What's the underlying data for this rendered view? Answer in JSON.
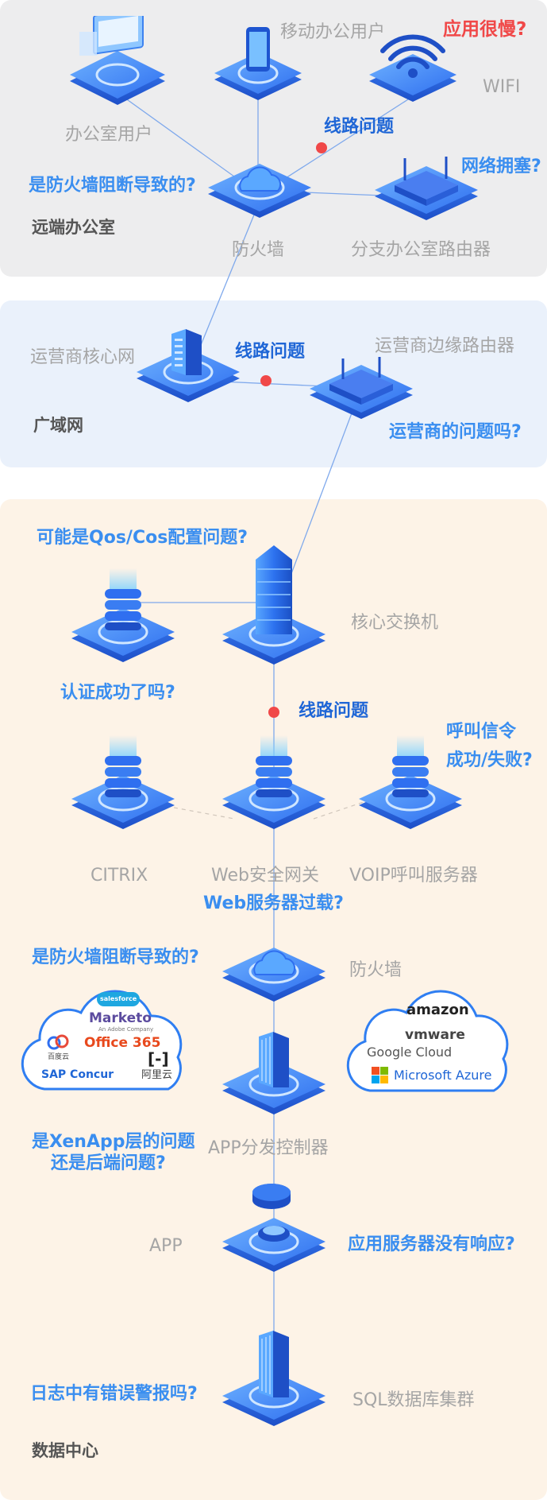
{
  "zones": {
    "remote_office": "远端办公室",
    "wan": "广域网",
    "data_center": "数据中心"
  },
  "devices": {
    "office_user": "办公室用户",
    "mobile_user": "移动办公用户",
    "wifi": "WIFI",
    "firewall_remote": "防火墙",
    "branch_router": "分支办公室路由器",
    "carrier_core": "运营商核心网",
    "carrier_edge": "运营商边缘路由器",
    "core_switch": "核心交换机",
    "citrix": "CITRIX",
    "web_gateway": "Web安全网关",
    "voip": "VOIP呼叫服务器",
    "firewall_dc": "防火墙",
    "app_controller": "APP分发控制器",
    "app": "APP",
    "sql_cluster": "SQL数据库集群"
  },
  "questions": {
    "app_slow": "应用很慢?",
    "line_issue_1": "线路问题",
    "net_congestion": "网络拥塞?",
    "firewall_block_1": "是防火墙阻断导致的?",
    "line_issue_2": "线路问题",
    "carrier_issue": "运营商的问题吗?",
    "qos_cos": "可能是Qos/Cos配置问题?",
    "auth_success": "认证成功了吗?",
    "line_issue_3": "线路问题",
    "call_signal_1": "呼叫信令",
    "call_signal_2": "成功/失败?",
    "web_overload": "Web服务器过载?",
    "firewall_block_2": "是防火墙阻断导致的?",
    "xenapp_1": "是XenApp层的问题",
    "xenapp_2": "还是后端问题?",
    "app_no_response": "应用服务器没有响应?",
    "log_errors": "日志中有错误警报吗?"
  },
  "saas_cloud_left": {
    "salesforce": "salesforce",
    "marketo": "Marketo",
    "marketo_sub": "An Adobe Company",
    "office365": "Office 365",
    "baidu_cloud": "百度云",
    "sap_concur": "SAP Concur",
    "aliyun": "阿里云"
  },
  "saas_cloud_right": {
    "amazon": "amazon",
    "vmware": "vmware",
    "google_cloud": "Google Cloud",
    "azure": "Microsoft Azure"
  },
  "colors": {
    "remote_bg": "#ededee",
    "wan_bg": "#eaf1fb",
    "dc_bg": "#fdf3e7",
    "accent_blue": "#3a8ef0",
    "alert_red": "#f04848",
    "device_blue": "#2f6ff0"
  },
  "icons": {
    "office_user": "computer-icon",
    "mobile_user": "tablet-icon",
    "wifi": "wifi-icon",
    "firewall": "cloud-firewall-icon",
    "router": "router-icon",
    "core_network": "building-icon",
    "core_switch": "tower-icon",
    "server": "server-stack-icon",
    "app": "database-disc-icon",
    "sql": "skyscraper-icon"
  }
}
